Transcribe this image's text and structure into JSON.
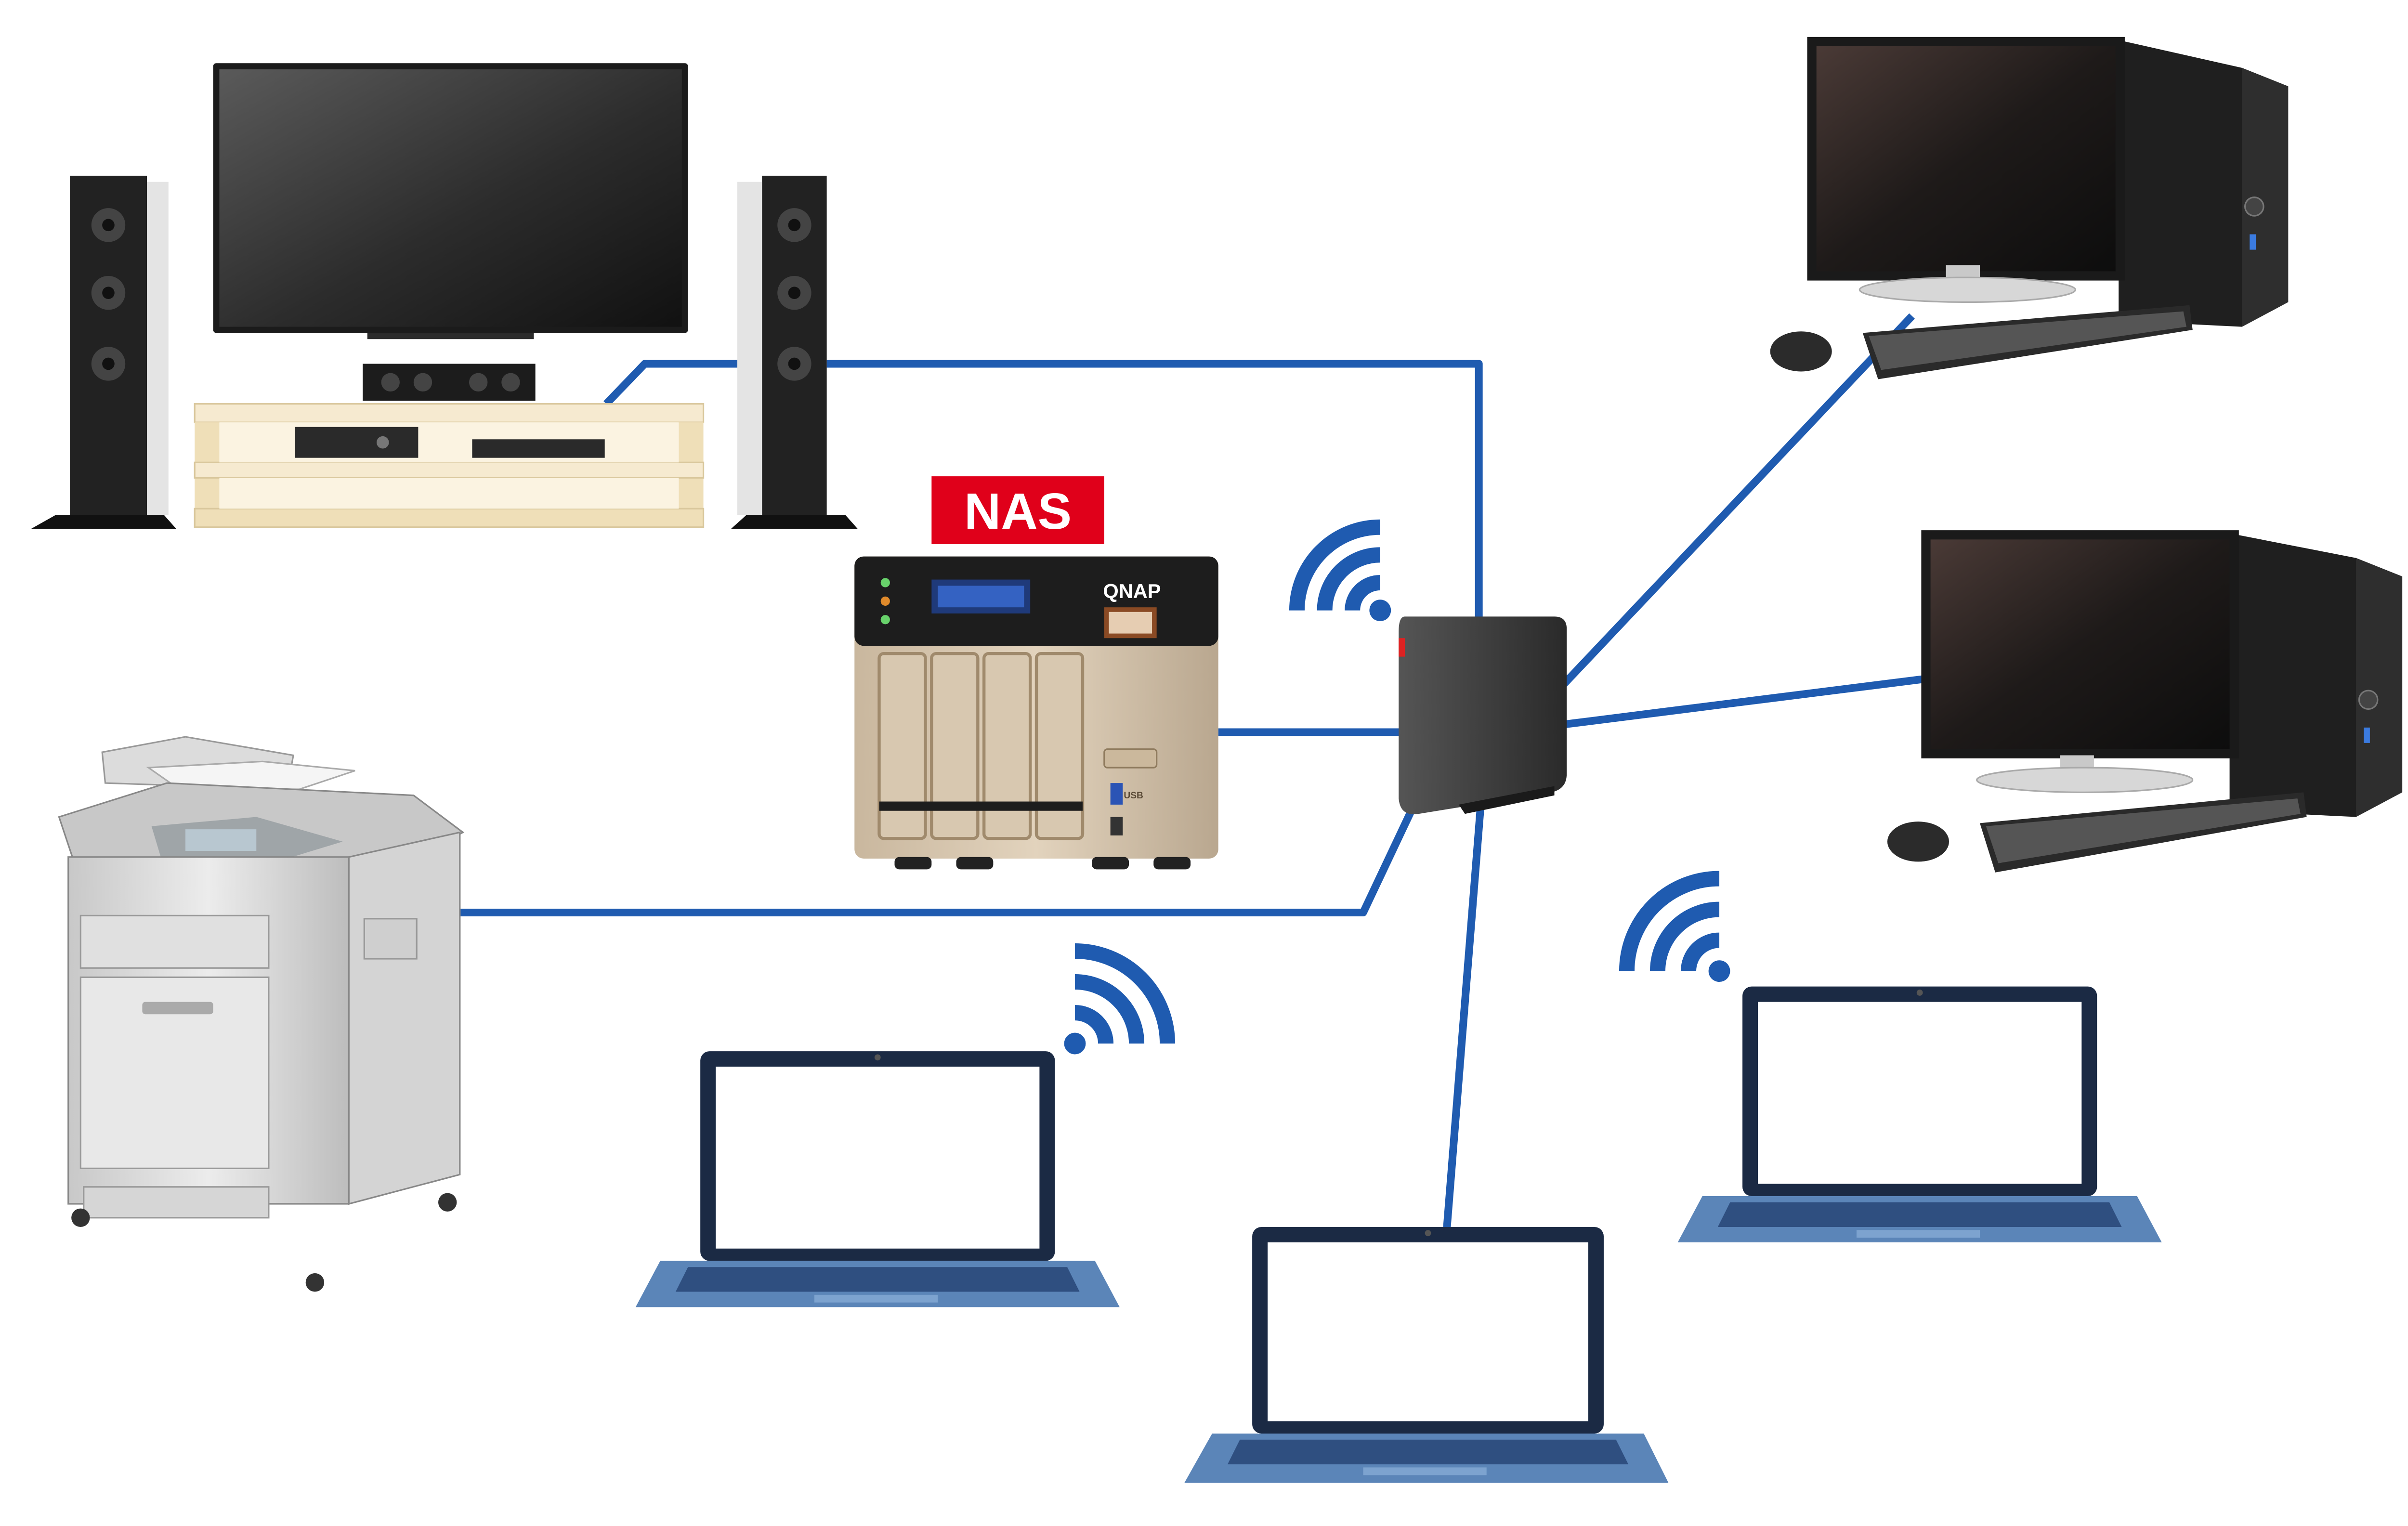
{
  "diagram": {
    "nas_badge": "NAS",
    "nas_brand": "QNAP",
    "nas_port_label": "USB"
  },
  "colors": {
    "cable": "#1f5bb0",
    "wifi": "#1f5bb0",
    "badge_bg": "#e0001a",
    "badge_text": "#ffffff",
    "router_body": "#3a3a3a",
    "shelf": "#f3e6c4"
  },
  "devices": [
    {
      "name": "tv",
      "icon": "tv-icon"
    },
    {
      "name": "speaker-left",
      "icon": "speaker-icon"
    },
    {
      "name": "speaker-right",
      "icon": "speaker-icon"
    },
    {
      "name": "soundbar",
      "icon": "soundbar-icon"
    },
    {
      "name": "tv-stand",
      "icon": "tv-stand-icon"
    },
    {
      "name": "nas",
      "icon": "nas-icon"
    },
    {
      "name": "router",
      "icon": "router-icon"
    },
    {
      "name": "printer",
      "icon": "printer-icon"
    },
    {
      "name": "desktop-top",
      "icon": "desktop-pc-icon"
    },
    {
      "name": "desktop-middle",
      "icon": "desktop-pc-icon"
    },
    {
      "name": "laptop-left",
      "icon": "laptop-icon",
      "connection": "wifi"
    },
    {
      "name": "laptop-center",
      "icon": "laptop-icon",
      "connection": "wired"
    },
    {
      "name": "laptop-right",
      "icon": "laptop-icon",
      "connection": "wifi"
    }
  ]
}
